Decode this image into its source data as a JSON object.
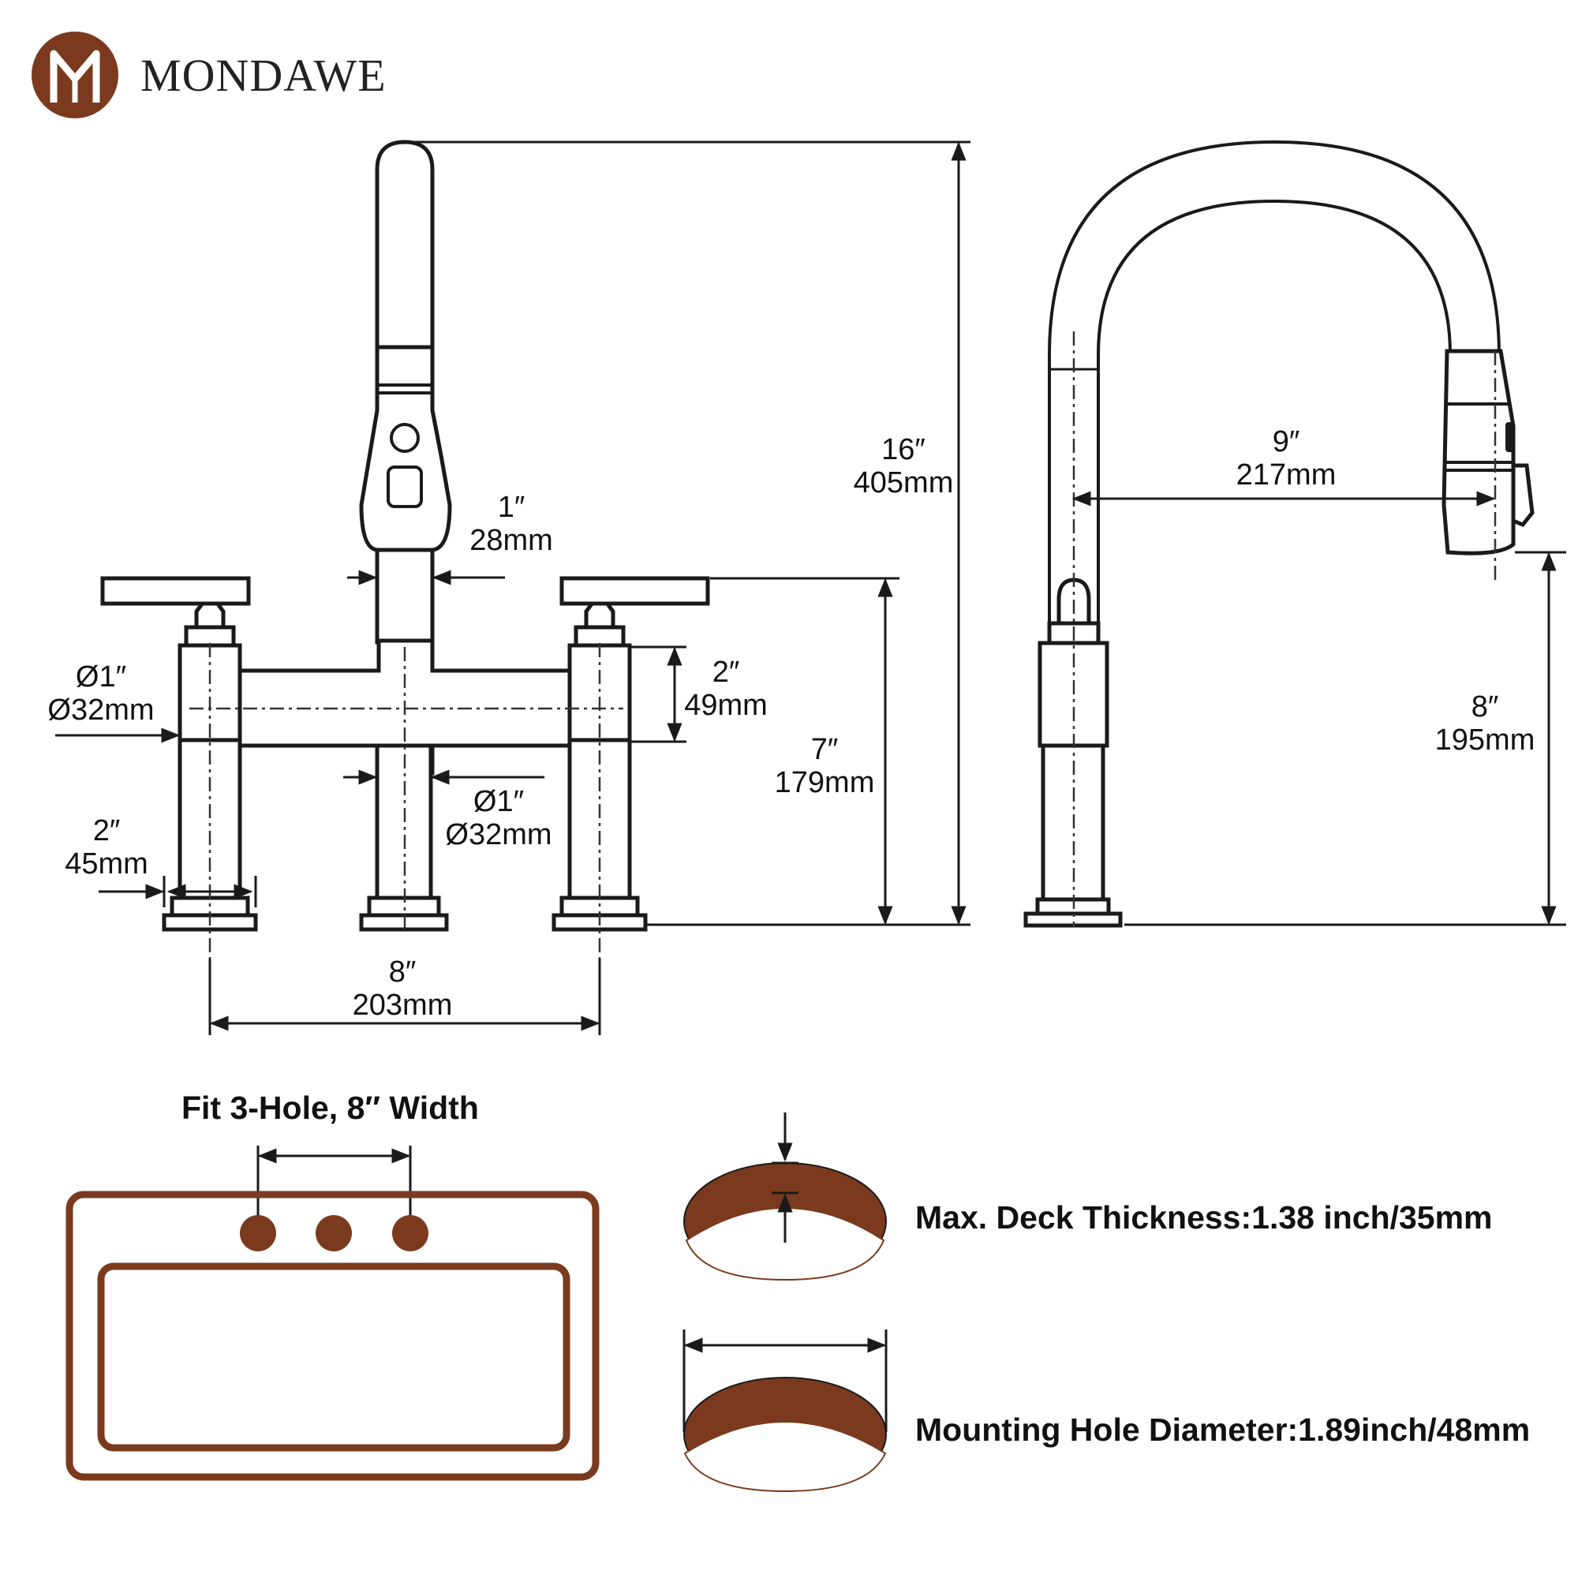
{
  "brand": {
    "name": "MONDAWE",
    "accent_color": "#7B3A1E"
  },
  "front_view": {
    "height_total": [
      "16″",
      "405mm"
    ],
    "spout_diameter": [
      "1″",
      "28mm"
    ],
    "bridge_height": [
      "2″",
      "49mm"
    ],
    "valve_diameter": [
      "Ø1″",
      "Ø32mm"
    ],
    "center_post_diameter": [
      "Ø1″",
      "Ø32mm"
    ],
    "handle_height": [
      "7″",
      "179mm"
    ],
    "base_width": [
      "2″",
      "45mm"
    ],
    "center_spread": [
      "8″",
      "203mm"
    ]
  },
  "side_view": {
    "spout_reach": [
      "9″",
      "217mm"
    ],
    "spout_clearance": [
      "8″",
      "195mm"
    ]
  },
  "installation": {
    "fit_title": "Fit 3-Hole, 8″ Width",
    "deck_thickness": "Max. Deck Thickness:1.38 inch/35mm",
    "mounting_hole": "Mounting Hole Diameter:1.89inch/48mm"
  }
}
